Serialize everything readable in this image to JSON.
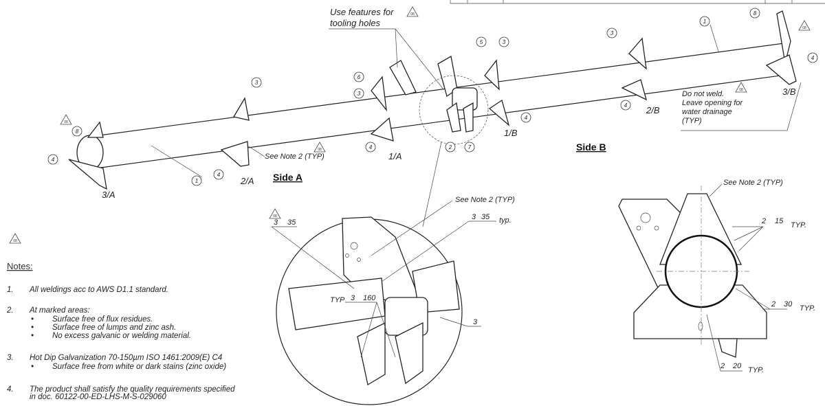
{
  "revision_mark": "08",
  "callouts": {
    "tooling_holes": [
      "Use features for",
      "tooling holes"
    ],
    "do_not_weld": [
      "Do not weld.",
      "Leave opening for",
      "water drainage",
      "(TYP)"
    ],
    "see_note_2": "See Note 2 (TYP)",
    "see_note_2_detail": "See Note 2 (TYP)",
    "see_note_2_section": "See Note 2 (TYP)"
  },
  "sides": {
    "a": "Side A",
    "b": "Side B"
  },
  "positions": [
    "3/A",
    "2/A",
    "1/A",
    "1/B",
    "2/B",
    "3/B"
  ],
  "balloons": [
    "8",
    "4",
    "1",
    "4",
    "3",
    "4",
    "3",
    "6",
    "5",
    "3",
    "2",
    "7",
    "4",
    "3",
    "1",
    "8",
    "4",
    "4"
  ],
  "welds": {
    "detail_left": {
      "size": "3",
      "length": "35"
    },
    "detail_right": {
      "size": "3",
      "length": "35",
      "suffix": "typ."
    },
    "detail_mid": {
      "prefix": "TYP",
      "size": "3",
      "length": "160"
    },
    "detail_small": "3",
    "section_1": {
      "size": "2",
      "length": "15",
      "suffix": "TYP."
    },
    "section_2": {
      "size": "2",
      "length": "30",
      "suffix": "TYP."
    },
    "section_3": {
      "size": "2",
      "length": "20",
      "suffix": "TYP."
    }
  },
  "notes": {
    "title": "Notes:",
    "items": [
      {
        "num": "1.",
        "text": "All weldings acc to AWS D1.1 standard."
      },
      {
        "num": "2.",
        "text": "At marked areas:",
        "bullets": [
          "Surface free of flux residues.",
          "Surface free of lumps and zinc ash.",
          "No excess galvanic or welding material."
        ]
      },
      {
        "num": "3.",
        "text": "Hot Dip Galvanization 70-150µm ISO 1461:2009(E)  C4",
        "bullets": [
          "Surface free from white or dark stains (zinc oxide)"
        ]
      },
      {
        "num": "4.",
        "text": "The product shall satisfy the quality requirements specified",
        "text2": "in doc. 60122-00-ED-LHS-M-S-029060"
      }
    ]
  }
}
